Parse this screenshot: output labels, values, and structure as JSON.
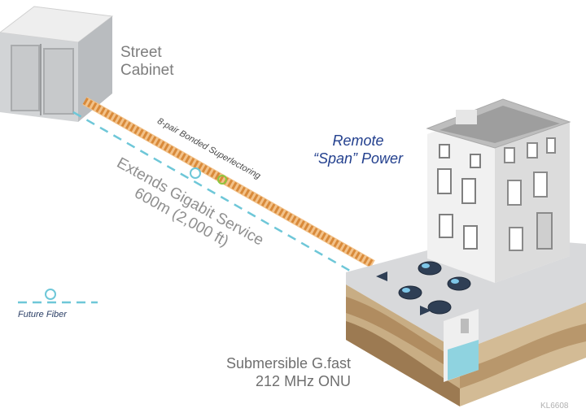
{
  "labels": {
    "cabinet": [
      "Street",
      "Cabinet"
    ],
    "bonded": "8-pair Bonded Superlectoring",
    "extends": [
      "Extends Gigabit Service",
      "600m (2,000 ft)"
    ],
    "power": [
      "Remote",
      "“Span” Power"
    ],
    "onu": [
      "Submersible G.fast",
      "212 MHz ONU"
    ],
    "future_fiber": "Future Fiber",
    "image_code": "KL6608"
  },
  "colors": {
    "fiber": "#6ec7d8",
    "copper": "#e8a45a",
    "power_text": "#23408e",
    "cabinet_front": "#d2d4d6",
    "building": "#f1f1f1",
    "soil": "#c8ad84",
    "water": "#8fd3e0"
  },
  "icons": [
    "street-cabinet-icon",
    "building-icon",
    "onu-box-icon",
    "manhole-icon"
  ]
}
